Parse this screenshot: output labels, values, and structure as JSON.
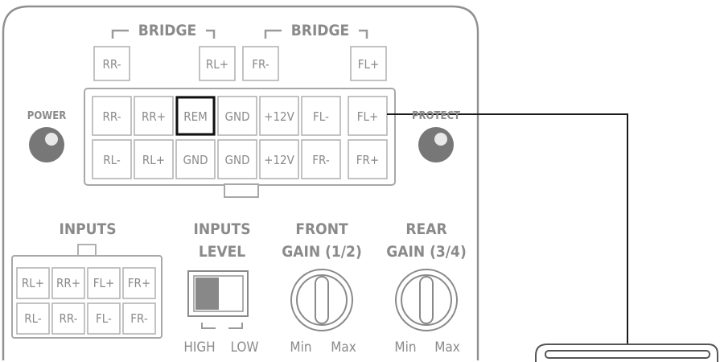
{
  "bridge": {
    "left": "BRIDGE",
    "right": "BRIDGE"
  },
  "bridge_terminals": [
    "RR-",
    "RL+",
    "FR-",
    "FL+"
  ],
  "indicators": {
    "power": "POWER",
    "protect": "PROTECT"
  },
  "connector": {
    "top_row": [
      "RR-",
      "RR+",
      "REM",
      "GND",
      "+12V",
      "FL-",
      "FL+"
    ],
    "bottom_row": [
      "RL-",
      "RL+",
      "GND",
      "GND",
      "+12V",
      "FR-",
      "FR+"
    ],
    "highlighted": "REM"
  },
  "inputs": {
    "title": "INPUTS",
    "top_row": [
      "RL+",
      "RR+",
      "FL+",
      "FR+"
    ],
    "bottom_row": [
      "RL-",
      "RR-",
      "FL-",
      "FR-"
    ]
  },
  "inputs_level": {
    "title_line1": "INPUTS",
    "title_line2": "LEVEL",
    "high": "HIGH",
    "low": "LOW",
    "selected": "HIGH"
  },
  "front_gain": {
    "title_line1": "FRONT",
    "title_line2": "GAIN (1/2)",
    "min": "Min",
    "max": "Max"
  },
  "rear_gain": {
    "title_line1": "REAR",
    "title_line2": "GAIN (3/4)",
    "min": "Min",
    "max": "Max"
  },
  "colors": {
    "panel_border": "#8f8f8f",
    "label": "#8a8a8a",
    "terminal_border": "#b4b4b4",
    "highlight": "#111111",
    "wire": "#1a1a1a"
  }
}
